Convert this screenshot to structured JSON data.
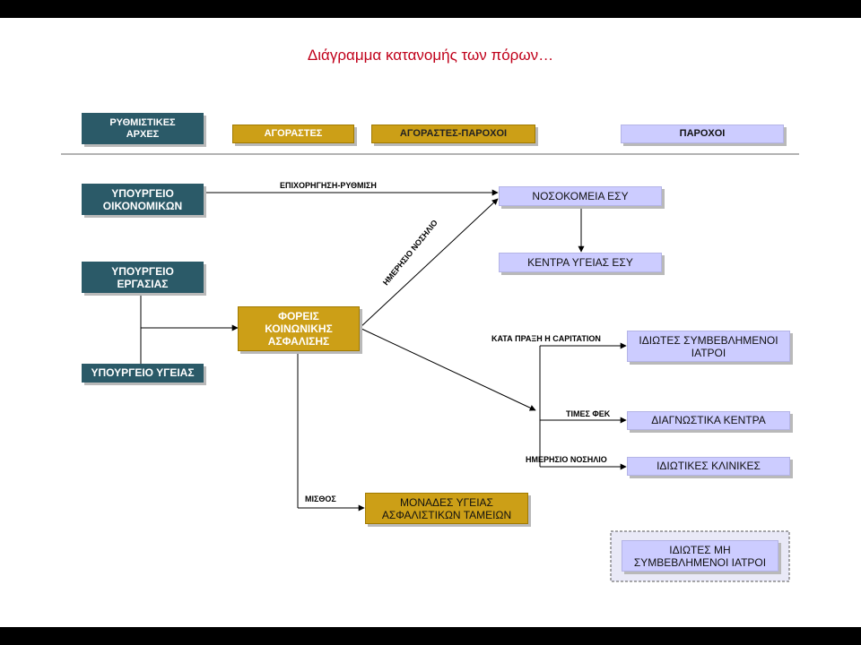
{
  "title": "Διάγραμμα κατανομής των πόρων…",
  "headers": {
    "regulators": "ΡΥΘΜΙΣΤΙΚΕΣ\nΑΡΧΕΣ",
    "buyers": "ΑΓΟΡΑΣΤΕΣ",
    "buyers_providers": "ΑΓΟΡΑΣΤΕΣ-ΠΑΡΟΧΟΙ",
    "providers": "ΠΑΡΟΧΟΙ"
  },
  "nodes": {
    "ministry_finance": "ΥΠΟΥΡΓΕΙΟ\nΟΙΚΟΝΟΜΙΚΩΝ",
    "ministry_labour": "ΥΠΟΥΡΓΕΙΟ\nΕΡΓΑΣΙΑΣ",
    "ministry_health": "ΥΠΟΥΡΓΕΙΟ ΥΓΕΙΑΣ",
    "social_insurance": "ΦΟΡΕΙΣ\nΚΟΙΝΩΝΙΚΗΣ\nΑΣΦΑΛΙΣΗΣ",
    "esy_hospitals": "ΝΟΣΟΚΟΜΕΙΑ ΕΣΥ",
    "esy_health_centers": "ΚΕΝΤΡΑ ΥΓΕΙΑΣ ΕΣΥ",
    "contracted_doctors": "ΙΔΙΩΤΕΣ ΣΥΜΒΕΒΛΗΜΕΝΟΙ\nΙΑΤΡΟΙ",
    "diagnostic_centers": "ΔΙΑΓΝΩΣΤΙΚΑ ΚΕΝΤΡΑ",
    "private_clinics": "ΙΔΙΩΤΙΚΕΣ ΚΛΙΝΙΚΕΣ",
    "insurance_units": "ΜΟΝΑΔΕΣ ΥΓΕΙΑΣ\nΑΣΦΑΛΙΣΤΙΚΩΝ ΤΑΜΕΙΩΝ",
    "non_contracted_doctors": "ΙΔΙΩΤΕΣ ΜΗ\nΣΥΜΒΕΒΛΗΜΕΝΟΙ ΙΑΤΡΟΙ"
  },
  "edge_labels": {
    "subsidy_regulation": "ΕΠΙΧΟΡΗΓΗΣΗ-ΡΥΘΜΙΣΗ",
    "daily_fee_hospitals": "ΗΜΕΡΗΣΙΟ ΝΟΣΗΛΙΟ",
    "per_act_capitation": "ΚΑΤΑ ΠΡΑΞΗ Η CAPITATION",
    "fek_prices": "ΤΙΜΕΣ ΦΕΚ",
    "daily_fee_clinics": "ΗΜΕΡΗΣΙΟ ΝΟΣΗΛΙΟ",
    "salary": "ΜΙΣΘΟΣ"
  },
  "colors": {
    "title": "#c0001a",
    "regulator_box": "#2b5a68",
    "buyer_box": "#cc9f17",
    "provider_box": "#ccccff"
  }
}
